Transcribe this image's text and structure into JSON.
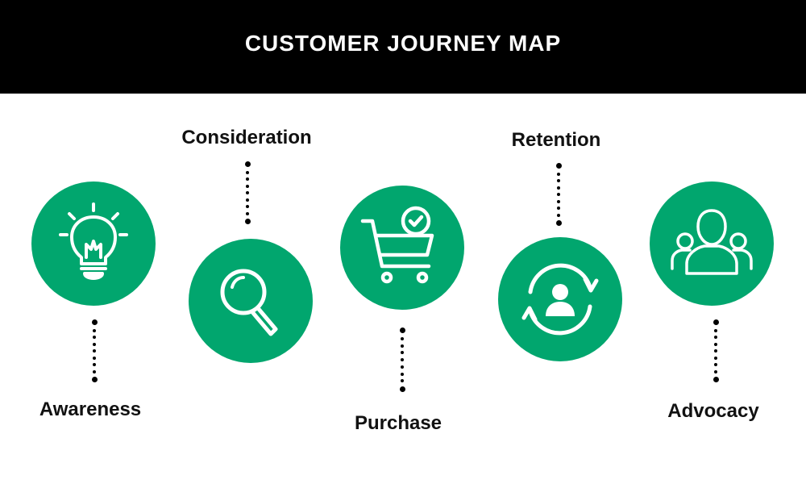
{
  "header": {
    "title": "CUSTOMER JOURNEY MAP"
  },
  "stages": [
    {
      "label": "Awareness",
      "icon": "lightbulb-icon"
    },
    {
      "label": "Consideration",
      "icon": "magnifier-icon"
    },
    {
      "label": "Purchase",
      "icon": "shopping-cart-icon"
    },
    {
      "label": "Retention",
      "icon": "refresh-user-icon"
    },
    {
      "label": "Advocacy",
      "icon": "user-group-icon"
    }
  ],
  "colors": {
    "accent": "#01a66e",
    "header_bg": "#000000"
  }
}
